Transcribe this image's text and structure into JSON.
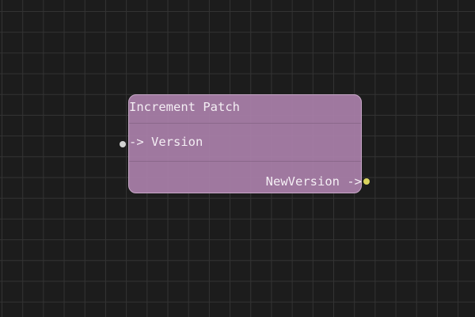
{
  "canvas": {
    "background_color": "#1c1c1c",
    "grid_color": "#333333"
  },
  "node": {
    "title": "Increment Patch",
    "fill_color": "#a07aa0",
    "border_color": "#c8a9c8",
    "inputs": [
      {
        "label": "-> Version",
        "port_color": "#d2d2d2"
      }
    ],
    "outputs": [
      {
        "label": "NewVersion ->",
        "port_color": "#d9d35e"
      }
    ]
  }
}
